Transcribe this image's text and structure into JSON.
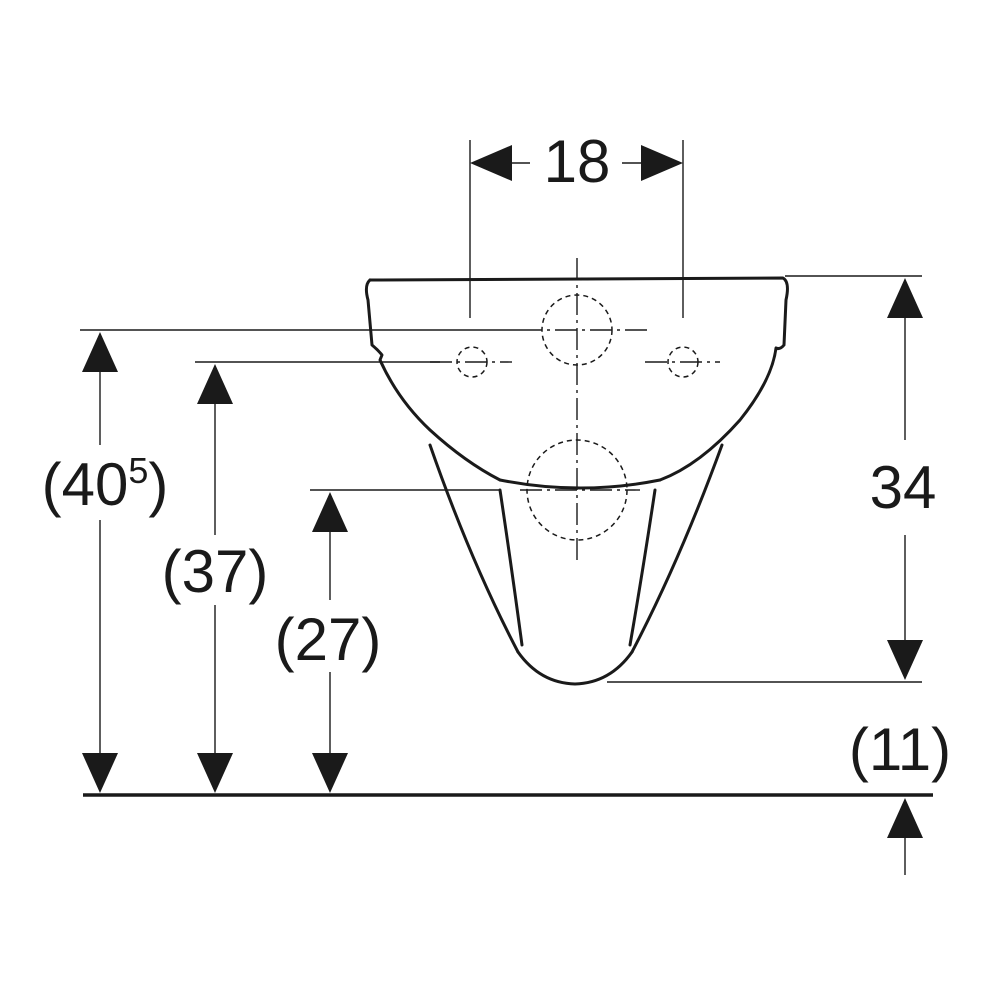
{
  "diagram": {
    "labels": {
      "width_between_bolts": "18",
      "height_body": "34",
      "height_top_main": "(40",
      "height_top_sup": "5",
      "height_top_close": ")",
      "height_bolts": "(37)",
      "height_outlet": "(27)",
      "floor_offset": "(11)"
    }
  }
}
